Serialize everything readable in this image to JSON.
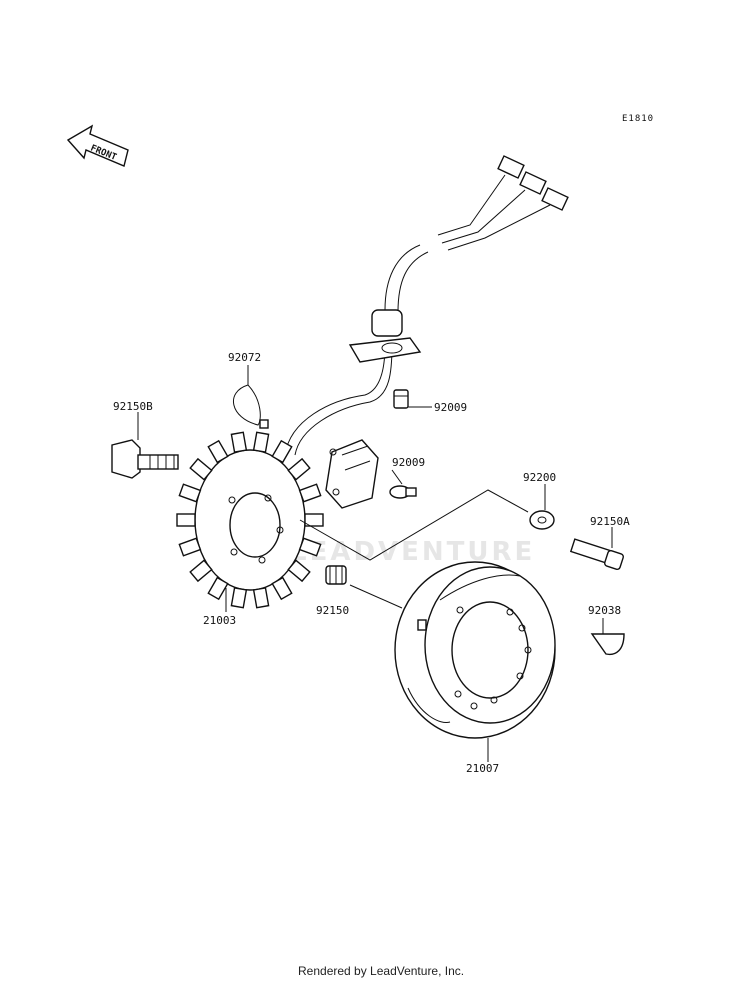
{
  "diagram_code": "E1810",
  "front_label": "FRONT",
  "watermark": "LEADVENTURE",
  "footer": "Rendered by LeadVenture, Inc.",
  "parts": {
    "p21003": "21003",
    "p21007": "21007",
    "p92072": "92072",
    "p92150B": "92150B",
    "p92009a": "92009",
    "p92009b": "92009",
    "p92200": "92200",
    "p92150A": "92150A",
    "p92150": "92150",
    "p92038": "92038"
  }
}
